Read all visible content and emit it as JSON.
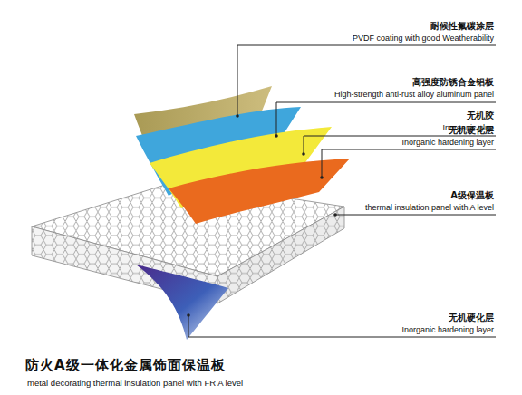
{
  "diagram": {
    "title": "防火A级一体化金属饰面保温板",
    "caption": "metal decorating thermal insulation panel with FR A level",
    "labels": [
      "耐候性氟碳涂层",
      "PVDF coating with good Weatherability",
      "高强度防锈合金铝板",
      "High-strength anti-rust alloy aluminum panel",
      "无机胶",
      "Inorganic glue",
      "无机硬化层",
      "Inorganic hardening layer",
      "A级保温板",
      "thermal insulation panel with A level",
      "无机硬化层",
      "Inorganic hardening layer"
    ]
  }
}
